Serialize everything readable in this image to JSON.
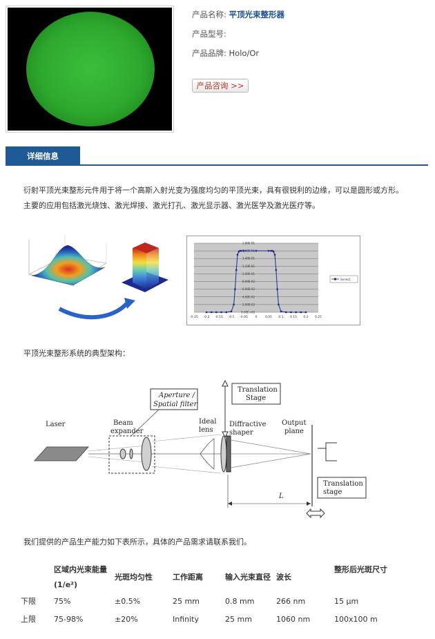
{
  "product": {
    "name_label": "产品名称:",
    "name_value": "平顶光束整形器",
    "model_label": "产品型号:",
    "model_value": "",
    "brand_label": "产品品牌:",
    "brand_value": "Holo/Or",
    "inquiry_button": "产品咨询 >>"
  },
  "tabs": {
    "details": "详细信息"
  },
  "description": "衍射平顶光束整形元件用于将一个高斯入射光变为强度均匀的平顶光束，具有很锐利的边缘，可以是圆形或方形。主要的应用包括激光烧蚀、激光焊接、激光打孔、激光显示器、激光医学及激光医疗等。",
  "plot": {
    "y_ticks": [
      "1.80E-01",
      "1.60E-01",
      "1.40E-01",
      "1.20E-01",
      "1.00E-01",
      "8.00E-02",
      "6.00E-02",
      "4.00E-02",
      "2.00E-02",
      "0.00E+00"
    ],
    "x_ticks": [
      "-0.25",
      "-0.2",
      "-0.15",
      "-0.1",
      "-0.05",
      "0",
      "0.05",
      "0.1",
      "0.15",
      "0.2",
      "0.25"
    ],
    "legend": "Series1"
  },
  "chart_data": {
    "type": "scatter",
    "x": [
      -0.2,
      -0.18,
      -0.16,
      -0.14,
      -0.12,
      -0.1,
      -0.09,
      -0.085,
      -0.08,
      -0.075,
      -0.07,
      -0.065,
      -0.06,
      -0.05,
      0,
      0.05,
      0.06,
      0.065,
      0.07,
      0.075,
      0.08,
      0.085,
      0.09,
      0.1,
      0.12,
      0.14,
      0.16,
      0.18,
      0.2
    ],
    "y": [
      0,
      0,
      0,
      0,
      0,
      0.002,
      0.02,
      0.06,
      0.11,
      0.15,
      0.158,
      0.16,
      0.16,
      0.16,
      0.16,
      0.16,
      0.16,
      0.16,
      0.158,
      0.15,
      0.11,
      0.06,
      0.02,
      0.002,
      0,
      0,
      0,
      0,
      0
    ],
    "xlim": [
      -0.25,
      0.25
    ],
    "ylim": [
      0,
      0.18
    ],
    "legend": "top-right, outside plot"
  },
  "architecture_caption": "平顶光束整形系统的典型架构：",
  "diagram": {
    "laser": "Laser",
    "beam_expander": [
      "Beam",
      "expander"
    ],
    "aperture": [
      "Aperture /",
      "Spatial filter"
    ],
    "ideal_lens": [
      "Ideal",
      "lens"
    ],
    "diffractive_shaper": [
      "Diffractive",
      "shaper"
    ],
    "translation_stage_top": [
      "Translation",
      "Stage"
    ],
    "output_plane": [
      "Output",
      "plane"
    ],
    "translation_stage_bottom": [
      "Translation",
      "stage"
    ],
    "distance": "L"
  },
  "capability_caption": "我们提供的产品生产能力如下表所示，具体的产品需求请联系我们。",
  "table": {
    "headers": [
      "",
      "区域内光束能量(1/e²)",
      "光斑均匀性",
      "工作距离",
      "输入光束直径",
      "波长",
      "整形后光斑尺寸"
    ],
    "rows": [
      [
        "下限",
        "75%",
        "±0.5%",
        "25 mm",
        "0.8 mm",
        "266 nm",
        "15 µm"
      ],
      [
        "上限",
        "75-98%",
        "±20%",
        "Infinity",
        "25 mm",
        "1060 nm",
        "100x100 m"
      ]
    ]
  }
}
